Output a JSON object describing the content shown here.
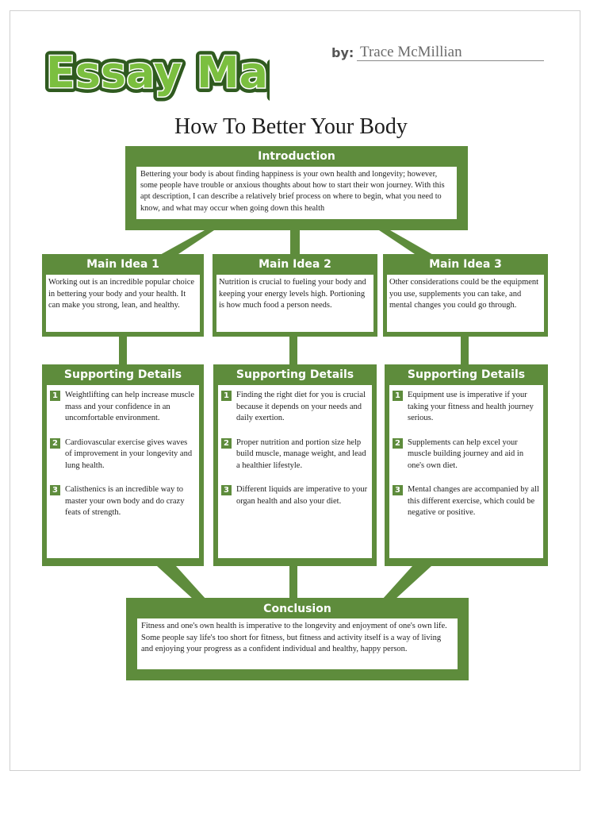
{
  "header": {
    "logo_text": "Essay Map",
    "by_label": "by:",
    "author": "Trace McMillian",
    "title": "How To Better Your Body"
  },
  "introduction": {
    "heading": "Introduction",
    "text": "Bettering your body is about finding happiness is your own health and longevity; however, some people have trouble or anxious thoughts about how to start their won journey. With this apt description, I can describe a relatively brief process on where to begin, what you need to know, and what may occur when going down this health"
  },
  "main_ideas": [
    {
      "heading": "Main Idea 1",
      "text": "Working out is an incredible popular choice in bettering your body and your health. It can make you strong, lean, and healthy."
    },
    {
      "heading": "Main Idea 2",
      "text": "Nutrition is crucial to fueling your body and keeping your energy levels high. Portioning is how much food a person needs."
    },
    {
      "heading": "Main Idea 3",
      "text": "Other considerations could be the equipment you use, supplements you can take, and mental changes you could go through."
    }
  ],
  "supporting": [
    {
      "heading": "Supporting Details",
      "details": [
        {
          "num": "1",
          "text": "Weightlifting can help increase muscle mass and your confidence in an uncomfortable environment."
        },
        {
          "num": "2",
          "text": "Cardiovascular exercise gives waves of improvement in your longevity and lung health."
        },
        {
          "num": "3",
          "text": "Calisthenics is an incredible way to master your own body and do crazy feats of strength."
        }
      ]
    },
    {
      "heading": "Supporting Details",
      "details": [
        {
          "num": "1",
          "text": "Finding the right diet for you is crucial because it depends on your needs and daily exertion."
        },
        {
          "num": "2",
          "text": "Proper nutrition and portion size help build muscle, manage weight, and lead a healthier lifestyle."
        },
        {
          "num": "3",
          "text": "Different liquids are imperative to your organ health and also your diet."
        }
      ]
    },
    {
      "heading": "Supporting Details",
      "details": [
        {
          "num": "1",
          "text": "Equipment use is imperative if your taking your fitness and health journey serious."
        },
        {
          "num": "2",
          "text": "Supplements can help excel your muscle building journey and aid in one's own diet."
        },
        {
          "num": "3",
          "text": "Mental changes are accompanied by all this different exercise, which could be negative or positive."
        }
      ]
    }
  ],
  "conclusion": {
    "heading": "Conclusion",
    "text": "Fitness and one's own health is imperative to the longevity and enjoyment of one's own life. Some people say life's too short for fitness, but fitness and activity itself is a way of living and enjoying your progress as a confident individual and healthy, happy person."
  },
  "colors": {
    "accent_green": "#5e8c3c",
    "logo_green": "#7bbf3f",
    "logo_dark": "#2f5a1f"
  }
}
